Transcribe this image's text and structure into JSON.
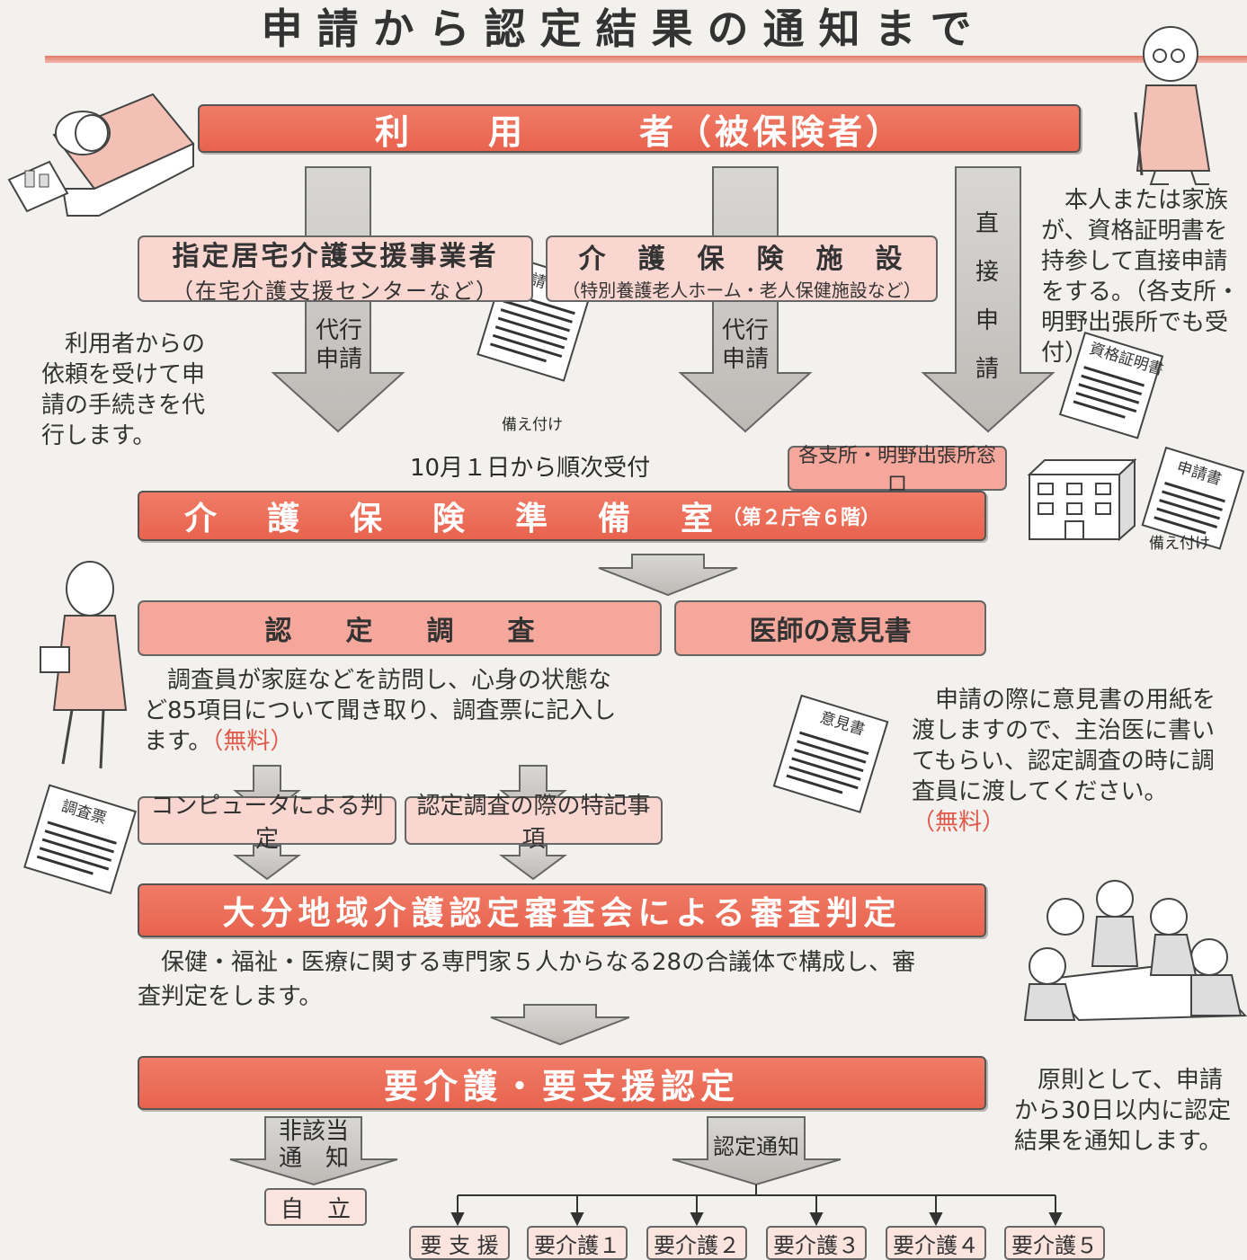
{
  "title": "申請から認定結果の通知まで",
  "user_bar": {
    "text": "利　　用　　　者（被保険者）"
  },
  "provider": {
    "title": "指定居宅介護支援事業者",
    "subtitle": "（在宅介護支援センターなど）"
  },
  "facility": {
    "title": "介　護　保　険　施　設",
    "subtitle": "（特別養護老人ホーム・老人保健施設など）"
  },
  "proxy_label_1": "代行\n申請",
  "proxy_label_2": "代行\n申請",
  "direct_label": "直\n接\n申\n請",
  "proxy_note": "　利用者からの\n依頼を受けて申\n請の手続きを代\n行します。",
  "direct_note": "　本人または家族\nが、資格証明書を\n持参して直接申請\nをする。（各支所・\n明野出張所でも受\n付）",
  "doc_application": "申請書",
  "doc_certificate": "資格証明書",
  "doc_opinion": "意見書",
  "doc_survey": "調査票",
  "prepared_label_1": "備え付け",
  "prepared_label_2": "備え付け",
  "reception_start": "10月１日から順次受付",
  "branch_window": "各支所・明野出張所窓口",
  "prep_room": {
    "text": "介　護　保　険　準　備　室",
    "note": "（第２庁舎６階）"
  },
  "survey": {
    "title": "認　　定　　調　　査",
    "text_main": "　調査員が家庭などを訪問し、心身の状態な\nど85項目について聞き取り、調査票に記入し\nます。",
    "text_free": "（無料）"
  },
  "doctor": {
    "title": "医師の意見書",
    "text_main": "　申請の際に意見書の用紙を\n渡しますので、主治医に書い\nてもらい、認定調査の時に調\n査員に渡してください。",
    "text_free": "（無料）"
  },
  "computer_judgment": "コンピュータによる判定",
  "special_notes": "認定調査の際の特記事項",
  "review": {
    "title": "大分地域介護認定審査会による審査判定",
    "text": "　保健・福祉・医療に関する専門家５人からなる28の合議体で構成し、審\n査判定をします。"
  },
  "certification": {
    "title": "要介護・要支援認定",
    "note": "　原則として、申請\nから30日以内に認定\n結果を通知します。"
  },
  "not_applicable": "非該当\n通　知",
  "cert_notice": "認定通知",
  "independent": "自　立",
  "levels": [
    "要 支 援",
    "要介護１",
    "要介護２",
    "要介護３",
    "要介護４",
    "要介護５"
  ],
  "colors": {
    "accent_bar": "#e8634e",
    "pink_box": "#f9d6cf",
    "arrow_gray": "#c9c7c4",
    "free_text": "#e0584a"
  }
}
